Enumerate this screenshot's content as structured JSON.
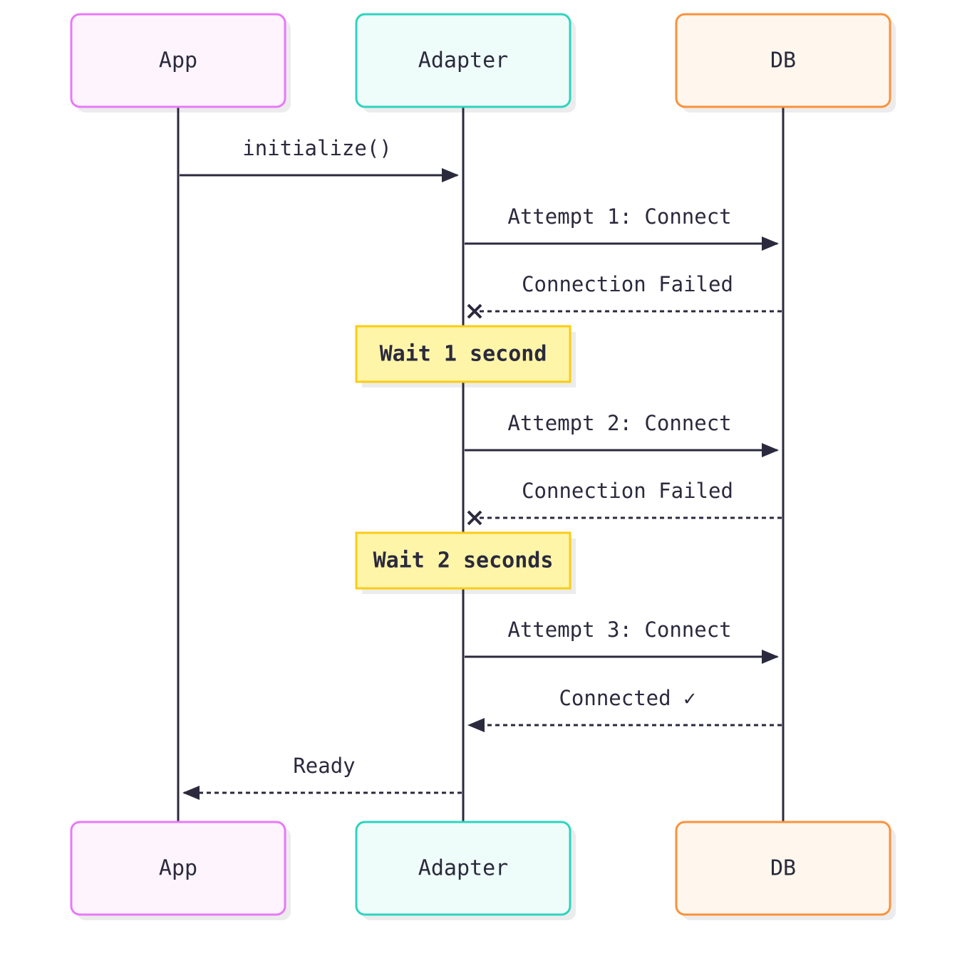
{
  "participants": [
    {
      "id": "app",
      "label": "App",
      "fill": "#fdf4fe",
      "stroke": "#e879f9"
    },
    {
      "id": "adapter",
      "label": "Adapter",
      "fill": "#effdfa",
      "stroke": "#2dd4bf"
    },
    {
      "id": "db",
      "label": "DB",
      "fill": "#fff7ed",
      "stroke": "#fb923c"
    }
  ],
  "messages": [
    {
      "from": "app",
      "to": "adapter",
      "label": "initialize()",
      "style": "solid",
      "head": "arrow"
    },
    {
      "from": "adapter",
      "to": "db",
      "label": "Attempt 1: Connect",
      "style": "solid",
      "head": "arrow"
    },
    {
      "from": "db",
      "to": "adapter",
      "label": "Connection Failed",
      "style": "dashed",
      "head": "cross"
    },
    {
      "note": "Wait 1 second",
      "over": "adapter"
    },
    {
      "from": "adapter",
      "to": "db",
      "label": "Attempt 2: Connect",
      "style": "solid",
      "head": "arrow"
    },
    {
      "from": "db",
      "to": "adapter",
      "label": "Connection Failed",
      "style": "dashed",
      "head": "cross"
    },
    {
      "note": "Wait 2 seconds",
      "over": "adapter"
    },
    {
      "from": "adapter",
      "to": "db",
      "label": "Attempt 3: Connect",
      "style": "solid",
      "head": "arrow"
    },
    {
      "from": "db",
      "to": "adapter",
      "label": "Connected ✓",
      "style": "dashed",
      "head": "arrow"
    },
    {
      "from": "adapter",
      "to": "app",
      "label": "Ready",
      "style": "dashed",
      "head": "arrow"
    }
  ],
  "colors": {
    "line": "#2b2a3d",
    "text": "#2b2a3d",
    "note_fill": "#fef5a9",
    "note_stroke": "#facc15",
    "shadow": "#ececec"
  }
}
